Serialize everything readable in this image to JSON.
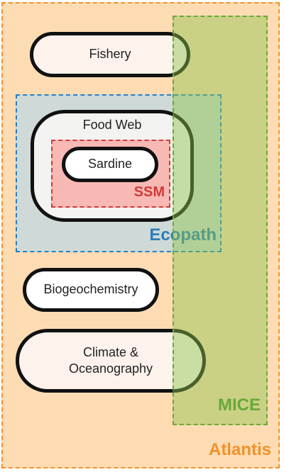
{
  "diagram": {
    "atlantis": {
      "label": "Atlantis"
    },
    "ecopath": {
      "label": "Ecopath"
    },
    "ssm": {
      "label": "SSM"
    },
    "mice": {
      "label": "MICE"
    },
    "nodes": {
      "fishery": "Fishery",
      "food_web": "Food Web",
      "sardine": "Sardine",
      "biogeochemistry": "Biogeochemistry",
      "climate_line1": "Climate &",
      "climate_line2": "Oceanography"
    }
  },
  "colors": {
    "atlantis": "#f0922c",
    "ecopath": "#2a7dba",
    "ssm": "#d23a3a",
    "mice": "#6aa83a"
  }
}
